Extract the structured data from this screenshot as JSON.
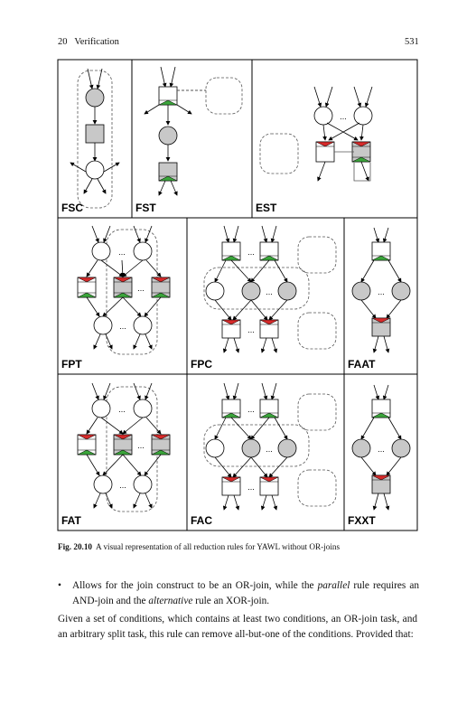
{
  "header": {
    "chapter": "20",
    "section": "Verification",
    "page": "531"
  },
  "figure": {
    "labels": [
      "FSC",
      "FST",
      "EST",
      "FPT",
      "FPC",
      "FAAT",
      "FAT",
      "FAC",
      "FXXT"
    ],
    "ellipsis": "...",
    "caption_number": "Fig. 20.10",
    "caption_text": "A visual representation of all reduction rules for YAWL without OR-joins"
  },
  "body": {
    "bullet": {
      "marker": "•",
      "t1": "Allows for the join construct to be an OR-join, while the ",
      "e1": "parallel",
      "t2": " rule requires an AND-join and the ",
      "e2": "alternative",
      "t3": " rule an XOR-join."
    },
    "paragraph": "Given a set of conditions, which contains at least two conditions, an OR-join task, and an arbitrary split task, this rule can remove all-but-one of the conditions. Provided that:"
  },
  "colors": {
    "condition_fill": "#c8c8c8",
    "split_green": "#3aa53a",
    "join_red": "#d62a2a",
    "frame": "#000000"
  }
}
